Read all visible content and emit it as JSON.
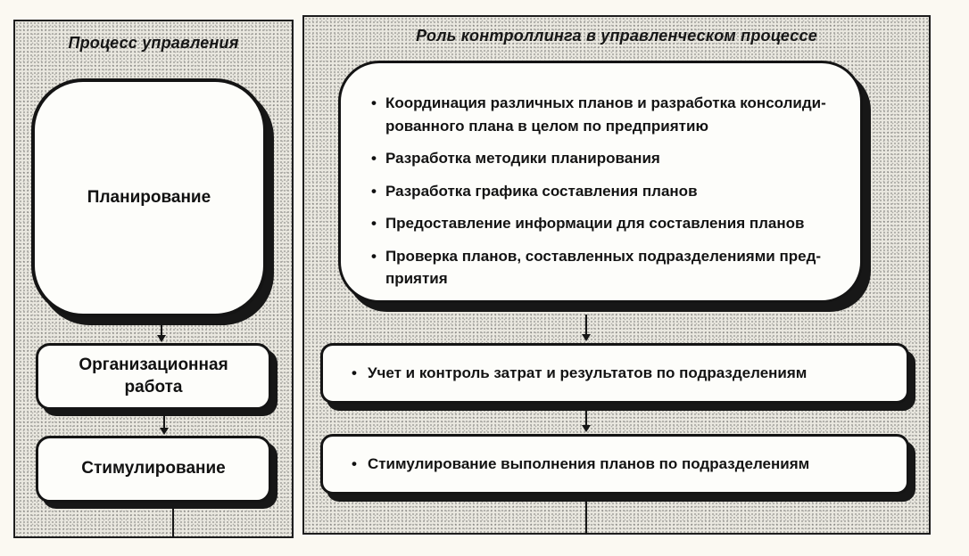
{
  "ui": {
    "bullet_glyph": "•"
  },
  "colors": {
    "page_background": "#fbf9f2",
    "panel_fill": "#e9e7df",
    "box_fill": "#fdfdfa",
    "line_color": "#161616"
  },
  "left_panel": {
    "title": "Процесс управления",
    "planning_label": "Планирование",
    "organization_label": "Организационная\nработа",
    "stimulation_label": "Стимулирование"
  },
  "right_panel": {
    "title": "Роль контроллинга в управленческом процессе",
    "planning_bullets": [
      {
        "text": "Координация различных планов и разработка консолиди-\nрованного плана в целом по предприятию"
      },
      {
        "text": "Разработка методики планирования"
      },
      {
        "text": "Разработка графика составления планов"
      },
      {
        "text": "Предоставление информации для составления планов"
      },
      {
        "text": "Проверка планов, составленных подразделениями пред-\nприятия"
      }
    ],
    "accounting_box": "Учет и контроль затрат и результатов по подразделениям",
    "stimulation_box": "Стимулирование выполнения планов по подразделениям"
  }
}
